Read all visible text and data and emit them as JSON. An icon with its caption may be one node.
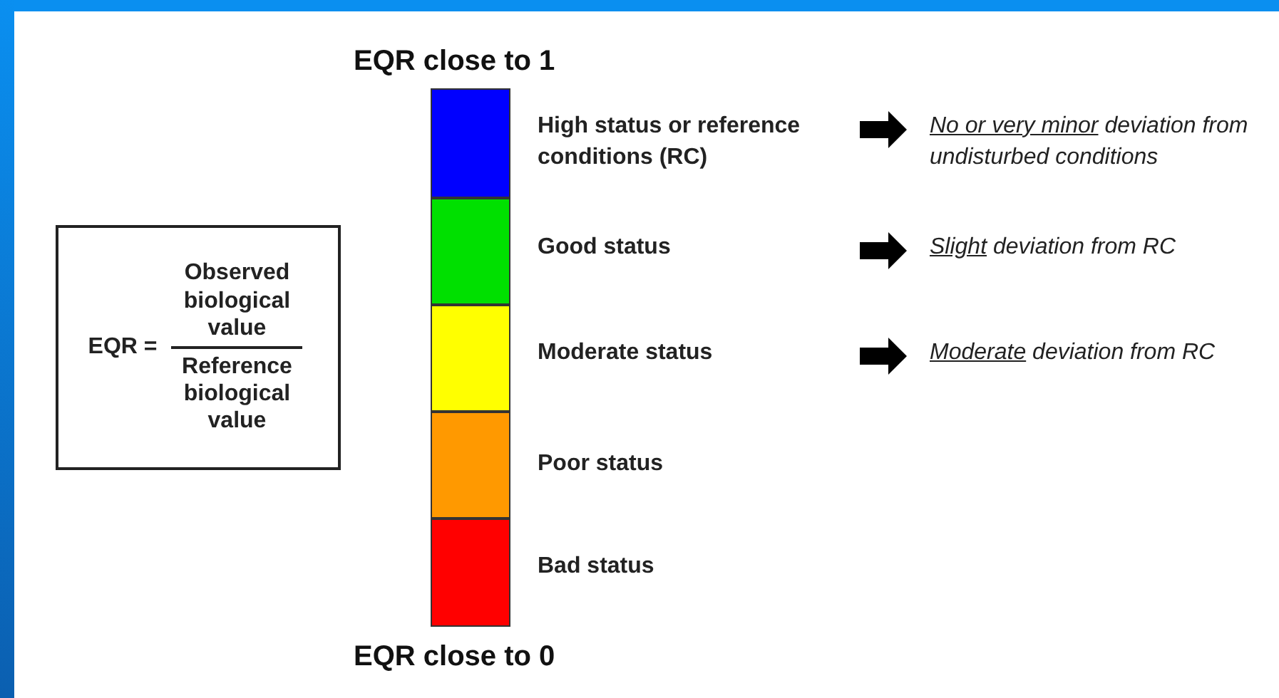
{
  "diagram": {
    "nodes": [
      {
        "text": [
          "EQR =",
          "Observed biological value",
          "Reference biological value"
        ]
      },
      {
        "text": [],
        "shape": "box"
      },
      {
        "text": [],
        "shape": "box"
      },
      {
        "text": [],
        "shape": "box"
      },
      {
        "text": [],
        "shape": "box"
      },
      {
        "text": [],
        "shape": "box"
      },
      {
        "text": [
          "High status or reference conditions (RC)"
        ]
      },
      {
        "text": [
          "Good status"
        ]
      },
      {
        "text": [
          "Moderate status"
        ]
      },
      {
        "text": [
          "Poor status"
        ]
      },
      {
        "text": [
          "Bad status"
        ]
      },
      {
        "text": [
          "No or very minor",
          "deviation from undisturbed conditions"
        ]
      },
      {
        "text": [
          "Slight",
          "deviation from RC"
        ]
      },
      {
        "text": [
          "Moderate",
          "deviation from RC"
        ]
      }
    ],
    "edges": [
      {
        "from": 6,
        "to": 11,
        "arrow": "to",
        "style": "thick"
      },
      {
        "from": null,
        "to": 12,
        "arrow": "to",
        "style": "thick"
      },
      {
        "from": null,
        "to": 13,
        "arrow": "to",
        "style": "thick"
      }
    ],
    "labels": [
      "EQR close to 1",
      "EQR close to 0"
    ]
  }
}
